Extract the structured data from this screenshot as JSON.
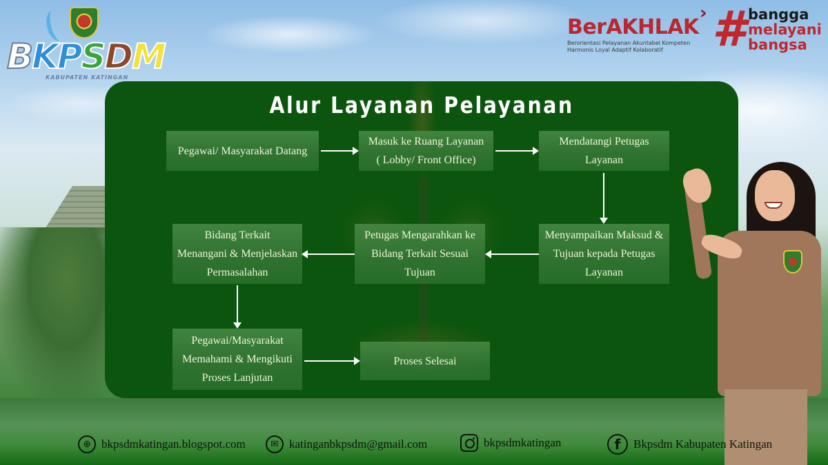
{
  "header": {
    "logo": {
      "letters": [
        {
          "char": "B",
          "color": "#ffffff"
        },
        {
          "char": "K",
          "color": "#2f8fd8"
        },
        {
          "char": "P",
          "color": "#2f8fd8"
        },
        {
          "char": "S",
          "color": "#3aa63a"
        },
        {
          "char": "D",
          "color": "#8a4a2a"
        },
        {
          "char": "M",
          "color": "#f2e23a"
        }
      ],
      "subtitle": "KABUPATEN KATINGAN"
    },
    "berakhlak": {
      "title": "BerAKHLAK",
      "chevron": "›",
      "line1": "Berorientasi Pelayanan Akuntabel Kompeten",
      "line2": "Harmonis Loyal Adaptif Kolaboratif"
    },
    "bangga": {
      "hash": "#",
      "lines": [
        "bangga",
        "melayani",
        "bangsa"
      ]
    }
  },
  "card": {
    "title": "Alur Layanan Pelayanan",
    "background": "#0b550e",
    "steps": [
      {
        "id": 1,
        "text": "Pegawai/ Masyarakat Datang"
      },
      {
        "id": 2,
        "line1": "Masuk ke Ruang Layanan",
        "line2": "( Lobby/ Front Office)"
      },
      {
        "id": 3,
        "line1": "Mendatangi Petugas",
        "line2": "Layanan"
      },
      {
        "id": 4,
        "line1": "Menyampaikan Maksud &",
        "line2": "Tujuan kepada Petugas",
        "line3": "Layanan"
      },
      {
        "id": 5,
        "line1": "Petugas Mengarahkan ke",
        "line2": "Bidang Terkait Sesuai",
        "line3": "Tujuan"
      },
      {
        "id": 6,
        "line1": "Bidang Terkait",
        "line2": "Menangani & Menjelaskan",
        "line3": "Permasalahan"
      },
      {
        "id": 7,
        "line1": "Pegawai/Masyarakat",
        "line2": "Memahami & Mengikuti",
        "line3": "Proses Lanjutan"
      },
      {
        "id": 8,
        "text": "Proses Selesai"
      }
    ],
    "edges": [
      {
        "from": 1,
        "to": 2,
        "direction": "right"
      },
      {
        "from": 2,
        "to": 3,
        "direction": "right"
      },
      {
        "from": 3,
        "to": 4,
        "direction": "down"
      },
      {
        "from": 4,
        "to": 5,
        "direction": "left"
      },
      {
        "from": 5,
        "to": 6,
        "direction": "left"
      },
      {
        "from": 6,
        "to": 7,
        "direction": "down"
      },
      {
        "from": 7,
        "to": 8,
        "direction": "right"
      }
    ]
  },
  "footer": {
    "contacts": [
      {
        "icon": "globe-icon",
        "glyph": "⊕",
        "text": "bkpsdmkatingan.blogspot.com"
      },
      {
        "icon": "mail-icon",
        "glyph": "✉",
        "text": "katinganbkpsdm@gmail.com"
      },
      {
        "icon": "instagram-icon",
        "glyph": "",
        "text": "bkpsdmkatingan"
      },
      {
        "icon": "facebook-icon",
        "glyph": "f",
        "text": "Bkpsdm Kabupaten Katingan"
      }
    ]
  }
}
